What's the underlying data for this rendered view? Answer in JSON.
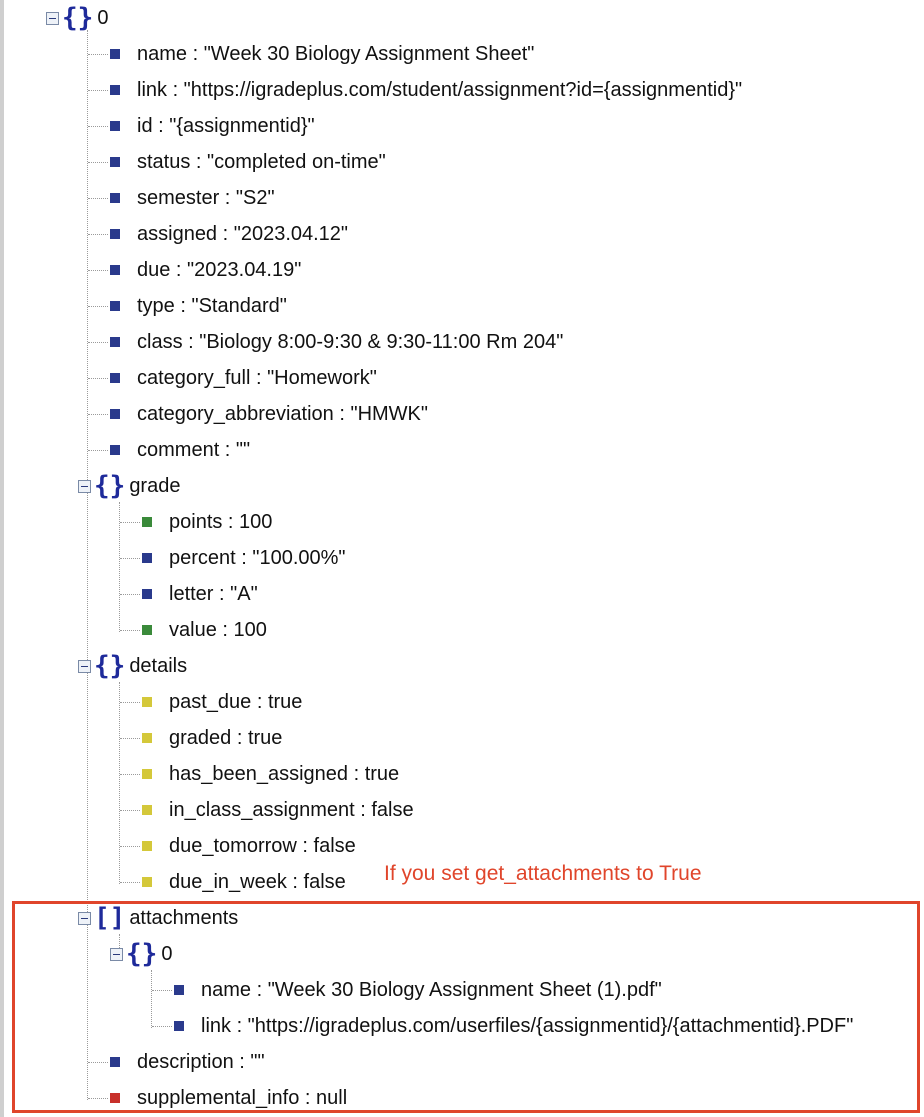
{
  "root": {
    "label": "0"
  },
  "fields": [
    {
      "text": "name : \"Week 30 Biology Assignment Sheet\"",
      "kind": "string"
    },
    {
      "text": "link : \"https://igradeplus.com/student/assignment?id={assignmentid}\"",
      "kind": "string"
    },
    {
      "text": "id : \"{assignmentid}\"",
      "kind": "string"
    },
    {
      "text": "status : \"completed on-time\"",
      "kind": "string"
    },
    {
      "text": "semester : \"S2\"",
      "kind": "string"
    },
    {
      "text": "assigned : \"2023.04.12\"",
      "kind": "string"
    },
    {
      "text": "due : \"2023.04.19\"",
      "kind": "string"
    },
    {
      "text": "type : \"Standard\"",
      "kind": "string"
    },
    {
      "text": "class : \"Biology 8:00-9:30 & 9:30-11:00 Rm 204\"",
      "kind": "string"
    },
    {
      "text": "category_full : \"Homework\"",
      "kind": "string"
    },
    {
      "text": "category_abbreviation : \"HMWK\"",
      "kind": "string"
    },
    {
      "text": "comment : \"\"",
      "kind": "string"
    }
  ],
  "grade": {
    "label": "grade",
    "items": [
      {
        "text": "points : 100",
        "kind": "number"
      },
      {
        "text": "percent : \"100.00%\"",
        "kind": "string"
      },
      {
        "text": "letter : \"A\"",
        "kind": "string"
      },
      {
        "text": "value : 100",
        "kind": "number"
      }
    ]
  },
  "details": {
    "label": "details",
    "items": [
      {
        "text": "past_due : true",
        "kind": "bool"
      },
      {
        "text": "graded : true",
        "kind": "bool"
      },
      {
        "text": "has_been_assigned : true",
        "kind": "bool"
      },
      {
        "text": "in_class_assignment : false",
        "kind": "bool"
      },
      {
        "text": "due_tomorrow : false",
        "kind": "bool"
      },
      {
        "text": "due_in_week : false",
        "kind": "bool"
      }
    ]
  },
  "attachments": {
    "label": "attachments",
    "item0": {
      "label": "0",
      "items": [
        {
          "text": "name : \"Week 30 Biology Assignment Sheet (1).pdf\"",
          "kind": "string"
        },
        {
          "text": "link : \"https://igradeplus.com/userfiles/{assignmentid}/{attachmentid}.PDF\"",
          "kind": "string"
        }
      ]
    }
  },
  "tail": [
    {
      "text": "description : \"\"",
      "kind": "string"
    },
    {
      "text": "supplemental_info : null",
      "kind": "null"
    }
  ],
  "annotation": "If you set get_attachments to True",
  "colors": {
    "string": "#2a3a8c",
    "number": "#3a8a3a",
    "bool": "#d4c83a",
    "null": "#c8302a",
    "brace": "#1e2a9a",
    "highlight": "#e0452b"
  }
}
